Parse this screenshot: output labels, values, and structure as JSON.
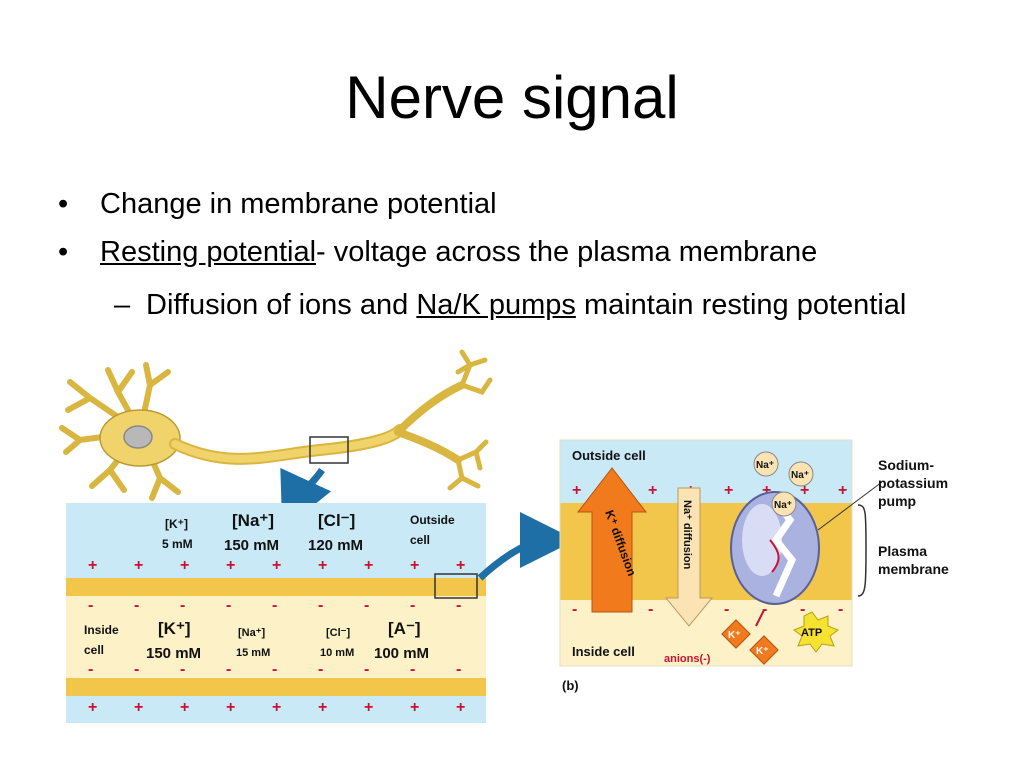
{
  "slide": {
    "title": "Nerve signal"
  },
  "bullets": {
    "b1": "Change in membrane potential",
    "b2_term": "Resting potential",
    "b2_rest": "- voltage across the plasma membrane",
    "b3_pre": "Diffusion of ions and ",
    "b3_term": "Na/K pumps",
    "b3_post": " maintain resting potential"
  },
  "figure_a": {
    "outside_k": "[K⁺]",
    "outside_k_conc": "5 mM",
    "outside_na": "[Na⁺]",
    "outside_na_conc": "150 mM",
    "outside_cl": "[Cl⁻]",
    "outside_cl_conc": "120 mM",
    "outside_line1": "Outside",
    "outside_line2": "cell",
    "inside_line1": "Inside",
    "inside_line2": "cell",
    "inside_k": "[K⁺]",
    "inside_k_conc": "150 mM",
    "inside_na": "[Na⁺]",
    "inside_na_conc": "15 mM",
    "inside_cl": "[Cl⁻]",
    "inside_cl_conc": "10 mM",
    "inside_a": "[A⁻]",
    "inside_a_conc": "100 mM",
    "plus": "+",
    "minus": "-"
  },
  "figure_b": {
    "outside": "Outside cell",
    "inside": "Inside cell",
    "anions": "anions(-)",
    "k_diffusion": "K⁺ diffusion",
    "na_diffusion": "Na⁺ diffusion",
    "na_ion": "Na⁺",
    "k_ion": "K⁺",
    "atp": "ATP",
    "pump_label_1": "Sodium-",
    "pump_label_2": "potassium",
    "pump_label_3": "pump",
    "membrane_label_1": "Plasma",
    "membrane_label_2": "membrane",
    "panel_label": "(b)"
  },
  "colors": {
    "outside_fluid": "#c9e9f6",
    "inside_fluid": "#fdf1c8",
    "membrane": "#f2c64a",
    "neuron": "#f0d36a",
    "arrow_blue": "#1e6fa6",
    "k_arrow": "#f07a1c",
    "na_arrow": "#fbe3b4",
    "pump": "#aab2e0",
    "charge": "#cc1030"
  },
  "icons": [
    "neuron-illustration",
    "curved-arrow-icon",
    "sodium-potassium-pump-icon",
    "atp-starburst-icon"
  ]
}
